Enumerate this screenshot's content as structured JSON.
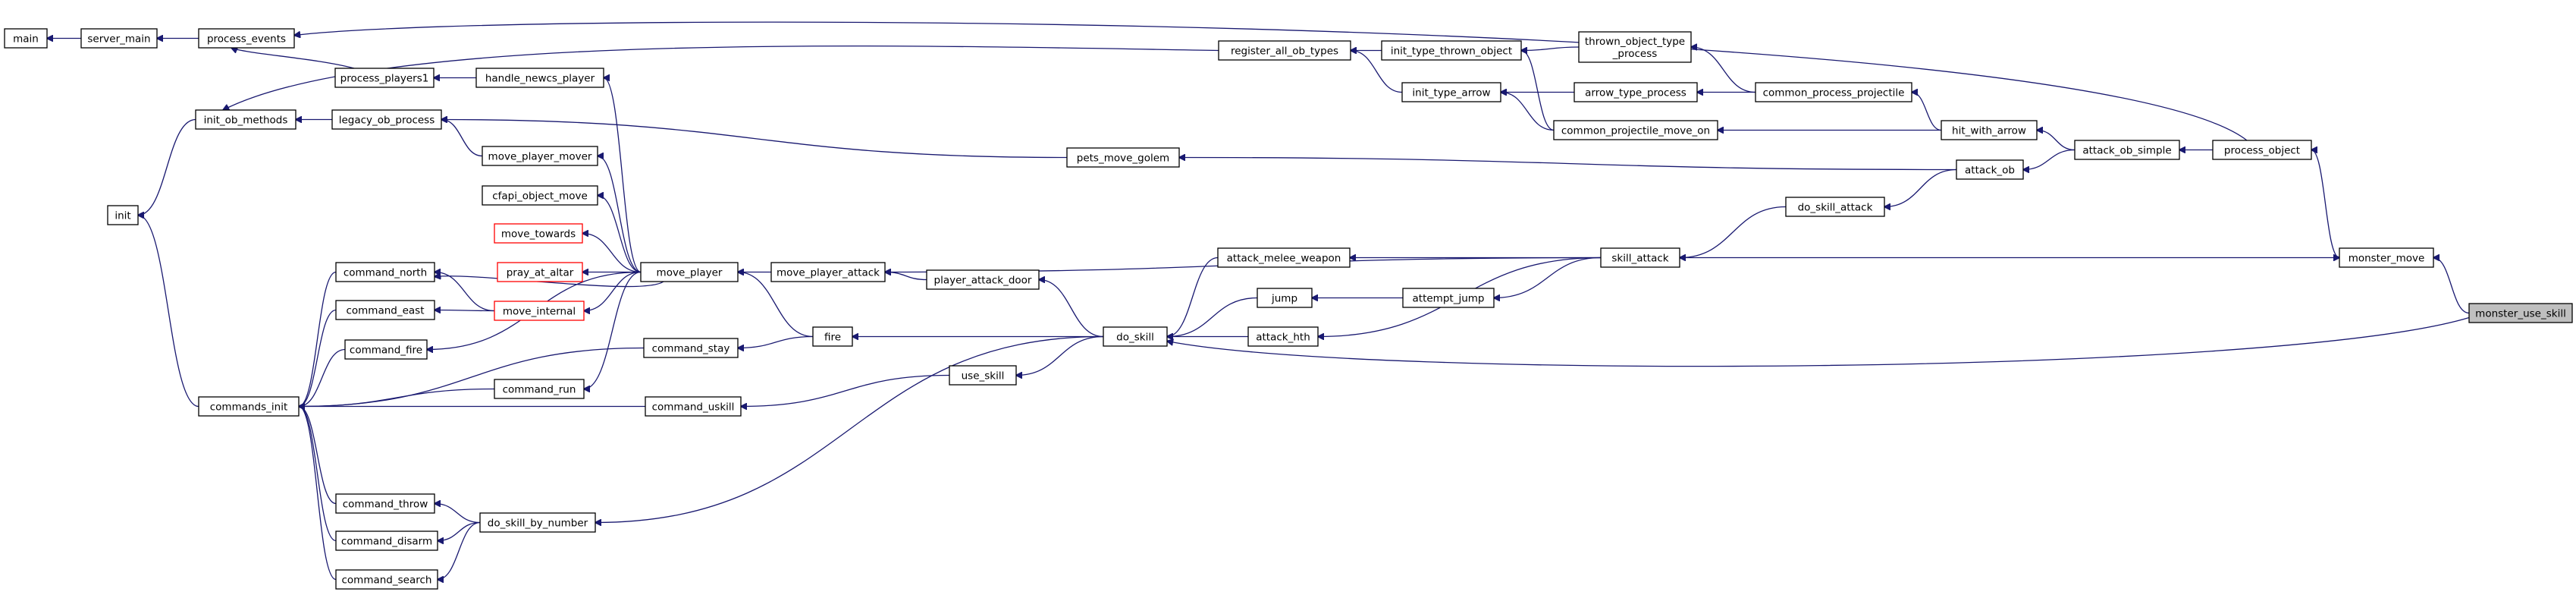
{
  "nodes": [
    {
      "id": "main",
      "lines": [
        "main"
      ]
    },
    {
      "id": "server_main",
      "lines": [
        "server_main"
      ]
    },
    {
      "id": "process_events",
      "lines": [
        "process_events"
      ]
    },
    {
      "id": "process_players1",
      "lines": [
        "process_players1"
      ]
    },
    {
      "id": "handle_newcs_player",
      "lines": [
        "handle_newcs_player"
      ]
    },
    {
      "id": "init_ob_methods",
      "lines": [
        "init_ob_methods"
      ]
    },
    {
      "id": "legacy_ob_process",
      "lines": [
        "legacy_ob_process"
      ]
    },
    {
      "id": "init",
      "lines": [
        "init"
      ]
    },
    {
      "id": "move_player_mover",
      "lines": [
        "move_player_mover"
      ]
    },
    {
      "id": "cfapi_object_move",
      "lines": [
        "cfapi_object_move"
      ]
    },
    {
      "id": "move_towards",
      "lines": [
        "move_towards"
      ]
    },
    {
      "id": "pray_at_altar",
      "lines": [
        "pray_at_altar"
      ]
    },
    {
      "id": "move_internal",
      "lines": [
        "move_internal"
      ]
    },
    {
      "id": "command_north",
      "lines": [
        "command_north"
      ]
    },
    {
      "id": "command_east",
      "lines": [
        "command_east"
      ]
    },
    {
      "id": "command_fire",
      "lines": [
        "command_fire"
      ]
    },
    {
      "id": "commands_init",
      "lines": [
        "commands_init"
      ]
    },
    {
      "id": "command_run",
      "lines": [
        "command_run"
      ]
    },
    {
      "id": "command_stay",
      "lines": [
        "command_stay"
      ]
    },
    {
      "id": "command_uskill",
      "lines": [
        "command_uskill"
      ]
    },
    {
      "id": "command_throw",
      "lines": [
        "command_throw"
      ]
    },
    {
      "id": "command_disarm",
      "lines": [
        "command_disarm"
      ]
    },
    {
      "id": "command_search",
      "lines": [
        "command_search"
      ]
    },
    {
      "id": "do_skill_by_number",
      "lines": [
        "do_skill_by_number"
      ]
    },
    {
      "id": "move_player",
      "lines": [
        "move_player"
      ]
    },
    {
      "id": "move_player_attack",
      "lines": [
        "move_player_attack"
      ]
    },
    {
      "id": "player_attack_door",
      "lines": [
        "player_attack_door"
      ]
    },
    {
      "id": "fire",
      "lines": [
        "fire"
      ]
    },
    {
      "id": "use_skill",
      "lines": [
        "use_skill"
      ]
    },
    {
      "id": "do_skill",
      "lines": [
        "do_skill"
      ]
    },
    {
      "id": "attack_melee_weapon",
      "lines": [
        "attack_melee_weapon"
      ]
    },
    {
      "id": "jump",
      "lines": [
        "jump"
      ]
    },
    {
      "id": "attempt_jump",
      "lines": [
        "attempt_jump"
      ]
    },
    {
      "id": "attack_hth",
      "lines": [
        "attack_hth"
      ]
    },
    {
      "id": "pets_move_golem",
      "lines": [
        "pets_move_golem"
      ]
    },
    {
      "id": "register_all_ob_types",
      "lines": [
        "register_all_ob_types"
      ]
    },
    {
      "id": "init_type_thrown_object",
      "lines": [
        "init_type_thrown_object"
      ]
    },
    {
      "id": "init_type_arrow",
      "lines": [
        "init_type_arrow"
      ]
    },
    {
      "id": "thrown_object_type_process",
      "lines": [
        "thrown_object_type",
        "_process"
      ]
    },
    {
      "id": "arrow_type_process",
      "lines": [
        "arrow_type_process"
      ]
    },
    {
      "id": "common_projectile_move_on",
      "lines": [
        "common_projectile_move_on"
      ]
    },
    {
      "id": "common_process_projectile",
      "lines": [
        "common_process_projectile"
      ]
    },
    {
      "id": "hit_with_arrow",
      "lines": [
        "hit_with_arrow"
      ]
    },
    {
      "id": "do_skill_attack",
      "lines": [
        "do_skill_attack"
      ]
    },
    {
      "id": "attack_ob",
      "lines": [
        "attack_ob"
      ]
    },
    {
      "id": "attack_ob_simple",
      "lines": [
        "attack_ob_simple"
      ]
    },
    {
      "id": "process_object",
      "lines": [
        "process_object"
      ]
    },
    {
      "id": "skill_attack",
      "lines": [
        "skill_attack"
      ]
    },
    {
      "id": "monster_move",
      "lines": [
        "monster_move"
      ]
    },
    {
      "id": "monster_use_skill",
      "lines": [
        "monster_use_skill"
      ]
    }
  ]
}
